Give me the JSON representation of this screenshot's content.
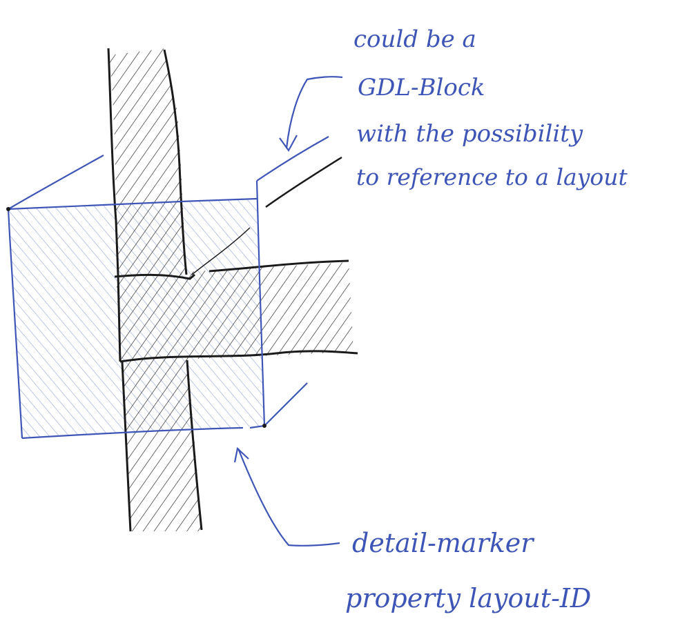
{
  "annotations": {
    "top_note": {
      "line1": "could be a",
      "line2": "GDL-Block",
      "line3": "with the possibility",
      "line4": "to reference to a layout"
    },
    "bottom_note": {
      "line1": "detail-marker",
      "line2": "property layout-ID"
    }
  },
  "colors": {
    "ink_black": "#1a1a1a",
    "ink_blue": "#3e55b8",
    "blue_hatch": "#8fa0d8",
    "paper": "#ffffff"
  }
}
